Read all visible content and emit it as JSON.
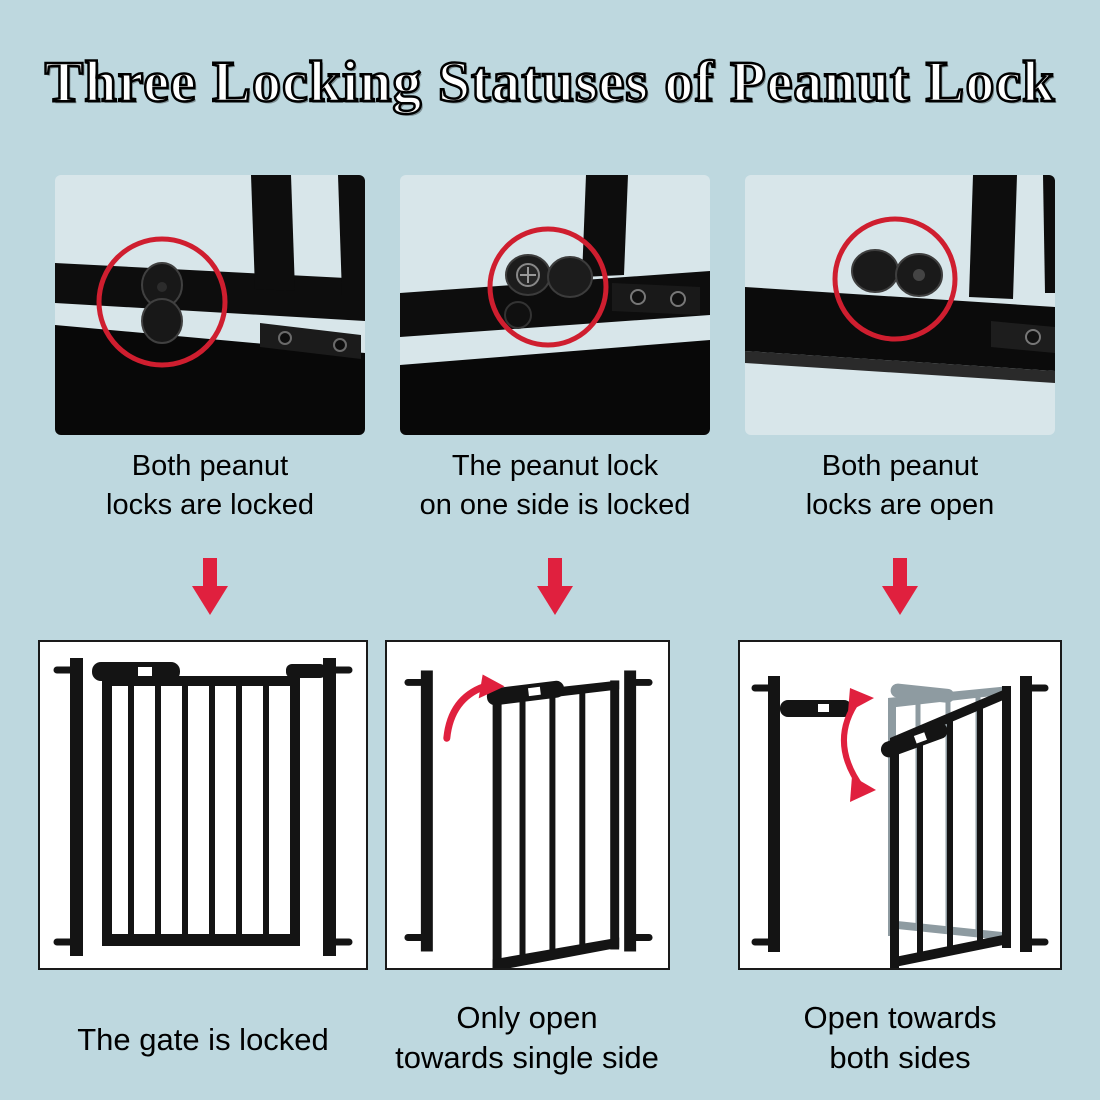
{
  "title": {
    "text": "Three Locking Statuses of  Peanut Lock"
  },
  "columns": [
    {
      "photo_caption_line1": "Both peanut",
      "photo_caption_line2": "locks are locked",
      "gate_caption_line1": "The gate is locked",
      "gate_caption_line2": ""
    },
    {
      "photo_caption_line1": "The peanut lock",
      "photo_caption_line2": "on one side is locked",
      "gate_caption_line1": "Only open",
      "gate_caption_line2": "towards single side"
    },
    {
      "photo_caption_line1": "Both peanut",
      "photo_caption_line2": "locks are open",
      "gate_caption_line1": "Open towards",
      "gate_caption_line2": "both sides"
    }
  ],
  "colors": {
    "page_background": "#bed8df",
    "photo_background": "#d8e6ea",
    "highlight_red": "#cf1e2f",
    "arrow_red": "#e0203e",
    "ink_black": "#141414",
    "ghost_gray": "#8e9ba1",
    "panel_background": "#ffffff"
  },
  "icons": {
    "down_arrow": "red-down-arrow",
    "highlight": "red-circle-highlight",
    "swing_single": "curved-arrow-single",
    "swing_double": "curved-arrow-double"
  }
}
